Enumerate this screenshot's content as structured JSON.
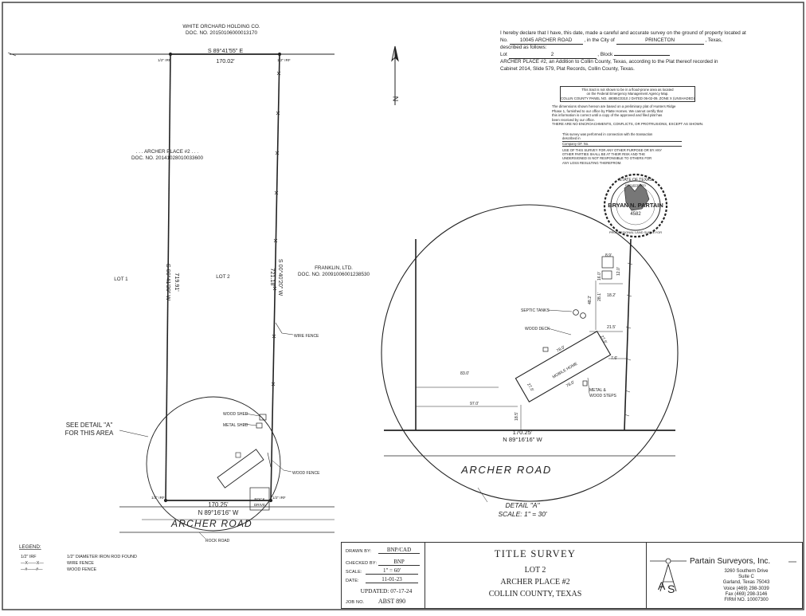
{
  "plan": {
    "north_owner_name": "WHITE ORCHARD HOLDING CO.",
    "north_owner_doc": "DOC. NO. 20150106000013170",
    "north_bearing": "S 89°41'55\" E",
    "north_distance": "170.02'",
    "corner_irf_nw": "1/2\" IRF",
    "corner_irf_ne": "1/2\" IRF",
    "corner_irf_sw": "1/2\" IRF",
    "corner_irf_se": "1/2\" IRF",
    "west_owner_name": ". . . ARCHER PLACE #2 . . .",
    "west_owner_doc": "DOC. NO. 20141028010033600",
    "west_bearing": "S 00°41'29\" W",
    "west_distance": "719.91'",
    "east_bearing": "S 00°40'20\" W",
    "east_distance": "721.18'",
    "east_owner_name": "FRANKLIN, LTD.",
    "east_owner_doc": "DOC. NO. 20091006001238530",
    "lot1_label": "LOT 1",
    "lot2_label": "LOT 2",
    "wire_fence_label": "WIRE FENCE",
    "wood_fence_label": "WOOD FENCE",
    "wood_shed_label": "WOOD SHED",
    "metal_shed_label": "METAL SHED",
    "see_detail_line1": "SEE DETAIL \"A\"",
    "see_detail_line2": "FOR THIS AREA",
    "rock_drive_line1": "ROCK",
    "rock_drive_line2": "DRIVE",
    "south_distance": "170.25'",
    "south_bearing": "N 89°16'16\" W",
    "road_name": "ARCHER ROAD",
    "rock_road_label": "ROCK ROAD",
    "north_arrow_label": "N"
  },
  "legend": {
    "title": "LEGEND:",
    "items": [
      {
        "symbol": "1/2\" IRF",
        "desc": "1/2\" DIAMETER IRON ROD FOUND"
      },
      {
        "symbol": "—X——X—",
        "desc": "WIRE FENCE"
      },
      {
        "symbol": "—#——#—",
        "desc": "WOOD FENCE"
      }
    ]
  },
  "detail": {
    "septic_label": "SEPTIC TANKS",
    "wood_deck_label": "WOOD DECK",
    "mobile_home_label": "MOBILE HOME",
    "steps_line1": "METAL &",
    "steps_line2": "WOOD STEPS",
    "dim_83": "83.0'",
    "dim_97": "97.0'",
    "dim_483": "48.2'",
    "dim_281": "28.1'",
    "dim_215": "21.5'",
    "dim_76": "7.6'",
    "dim_78a": "78.0'",
    "dim_78b": "78.0'",
    "dim_275a": "27.5'",
    "dim_275b": "27.5'",
    "dim_185": "18.5'",
    "dim_182": "18.2'",
    "dim_89": "8.9'",
    "dim_160": "16.0'",
    "dim_120": "12.0'",
    "south_distance": "170.25'",
    "south_bearing": "N 89°16'16\" W",
    "road_name": "ARCHER ROAD",
    "caption_line1": "DETAIL \"A\"",
    "caption_line2": "SCALE: 1\" = 30'"
  },
  "certificate": {
    "line1": "I hereby declare that I have, this date, made a careful and accurate survey on the ground of property located at",
    "no_prefix": "No.",
    "address": "10045 ARCHER ROAD",
    "city_prefix": ", in the City of",
    "city": "PRINCETON",
    "state_suffix": ", Texas,",
    "described": "described as follows:",
    "lot_prefix": "Lot",
    "lot_value": "2",
    "block_prefix": ", Block",
    "block_value": "",
    "legal_line1": "ARCHER PLACE #2, an Addition to Collin County, Texas, according to the Plat thereof recorded in",
    "legal_line2": "Cabinet 2014, Slide 579, Plat Records, Collin County, Texas."
  },
  "flood_note": {
    "line1": "This tract is not shown to be in a flood-prone area as located",
    "line2": "on the Federal Emergency Management Agency Map.",
    "line3": "COLLIN COUNTY PANEL NO. 48085C0310 J DATED 06-02-09, ZONE X (UNSHADED)"
  },
  "notes": {
    "line1": "The dimensions shown hereon are based on a preliminary plat of Hunters Ridge",
    "line2": "Phase 1, furnished to our office by Platte Homes.  We cannot certify that",
    "line3": "this information is correct until a copy of the approved and filed plat has",
    "line4": "been received by our office.",
    "line5": "THERE ARE NO ENCROACHMENTS, CONFLICTS, OR PROTRUSIONS, EXCEPT AS SHOWN."
  },
  "use_block": {
    "line1": "This survey was performed in connection with the transaction",
    "line2": "described in",
    "line3": "Company GF. No.",
    "line4": "USE OF THIS SURVEY FOR ANY OTHER PURPOSE OR BY ANY",
    "line5": "OTHER PARTIES SHALL BE AT THEIR RISK AND THE",
    "line6": "UNDERSIGNED IS NOT RESPONSIBLE TO OTHERS FOR",
    "line7": "ANY LOSS RESULTING THEREFROM."
  },
  "seal": {
    "top_text": "STATE OF TEXAS",
    "side_text": "REGISTERED",
    "name": "BRYAN N. PARTAIN",
    "number": "4582",
    "bottom_text": "PROFESSIONAL LAND SURVEYOR"
  },
  "title_block": {
    "drawn_by_label": "DRAWN BY:",
    "drawn_by": "BNP/CAD",
    "checked_by_label": "CHECKED BY:",
    "checked_by": "BNP",
    "scale_label": "SCALE:",
    "scale": "1\" = 60'",
    "date_label": "DATE:",
    "date": "11-01-23",
    "updated": "UPDATED: 07-17-24",
    "job_label": "JOB NO.",
    "job_no": "ABST 890",
    "title": "TITLE SURVEY",
    "lot": "LOT 2",
    "subdivision": "ARCHER PLACE #2",
    "county": "COLLIN COUNTY, TEXAS"
  },
  "firm": {
    "name": "Partain Surveyors, Inc.",
    "address1": "3260 Southern Drive",
    "address2": "Suite C",
    "city": "Garland, Texas 75043",
    "voice": "Voice (469) 298-3039",
    "fax": "Fax (469) 298-3146",
    "firm_no": "FIRM NO. 10007300"
  }
}
